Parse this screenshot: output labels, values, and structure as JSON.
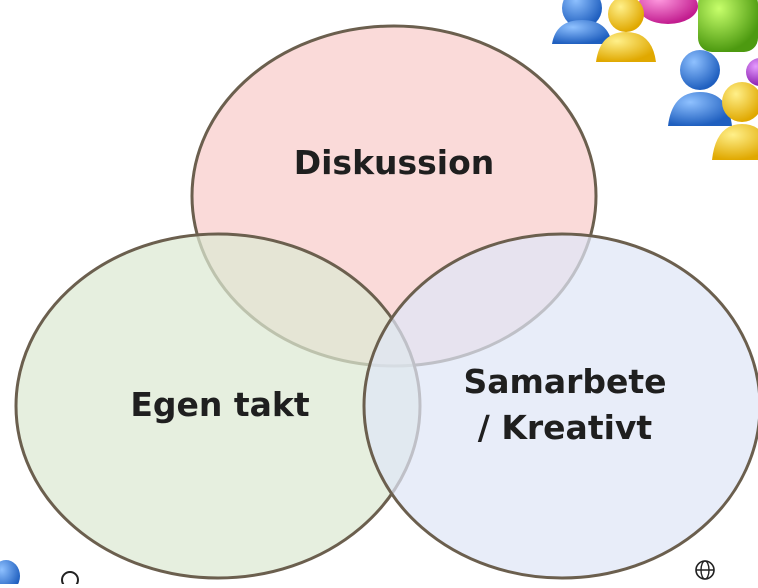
{
  "diagram": {
    "type": "venn",
    "sets": [
      {
        "label": "Diskussion",
        "color": "#f8cccb"
      },
      {
        "label": "Egen takt",
        "color": "#dce9d2"
      },
      {
        "label": "Samarbete\n/ Kreativt",
        "color": "#dfe6f6"
      }
    ],
    "outline_color": "#6b5f4e",
    "text_color": "#1f1f1f"
  },
  "decorations": {
    "people_icons": [
      "person-icon-blue",
      "person-icon-yellow",
      "person-icon-pink",
      "person-icon-green",
      "person-icon-blue-2",
      "person-icon-yellow-2",
      "person-icon-purple"
    ],
    "bottom_left": "person-icon-blue-3",
    "bottom_right": "globe-icon"
  }
}
